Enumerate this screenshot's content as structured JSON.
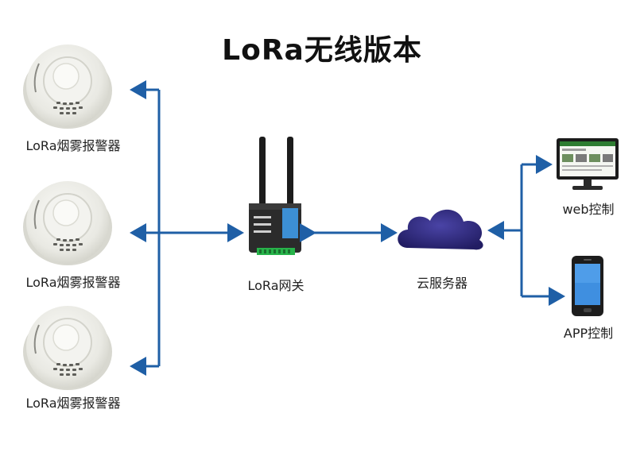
{
  "title": "LoRa无线版本",
  "nodes": {
    "alarm_1": "LoRa烟雾报警器",
    "alarm_2": "LoRa烟雾报警器",
    "alarm_3": "LoRa烟雾报警器",
    "gateway": "LoRa网关",
    "cloud": "云服务器",
    "web": "web控制",
    "app": "APP控制"
  },
  "colors": {
    "arrow": "#1f5fa6",
    "cloud": "#2e2a78",
    "gateway_body": "#2b2b2b",
    "gateway_panel": "#3c8fd4",
    "terminal": "#27b34a",
    "alarm_body": "#ecece6"
  },
  "icons": [
    "smoke-alarm-icon",
    "gateway-icon",
    "cloud-icon",
    "monitor-icon",
    "phone-icon"
  ]
}
